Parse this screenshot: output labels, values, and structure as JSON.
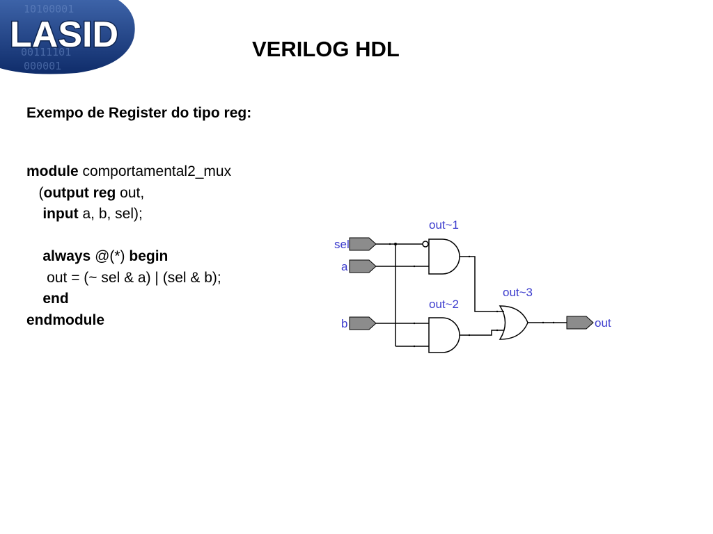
{
  "logo": {
    "text": "LASID",
    "binary_rows": [
      "10100001",
      "00111101",
      "000001"
    ]
  },
  "slide": {
    "title": "VERILOG HDL",
    "subtitle": "Exempo de Register do tipo reg:"
  },
  "code": {
    "l1_kw": "module",
    "l1_rest": " comportamental2_mux",
    "l2_pre": "   (",
    "l2_kw": "output reg",
    "l2_rest": " out,",
    "l3_pre": "    ",
    "l3_kw": "input",
    "l3_rest": " a, b, sel);",
    "l5_pre": "    ",
    "l5_kw1": "always",
    "l5_mid": " @(*) ",
    "l5_kw2": "begin",
    "l6_text": "     out = (~ sel & a) | (sel & b);",
    "l7_pre": "    ",
    "l7_kw": "end",
    "l8_kw": "endmodule"
  },
  "schematic": {
    "inputs": [
      "sel",
      "a",
      "b"
    ],
    "output": "out",
    "gates": [
      "out~1",
      "out~2",
      "out~3"
    ],
    "colors": {
      "port": "#8c8c8c",
      "wire": "#000000",
      "label": "#3a3acd"
    }
  }
}
